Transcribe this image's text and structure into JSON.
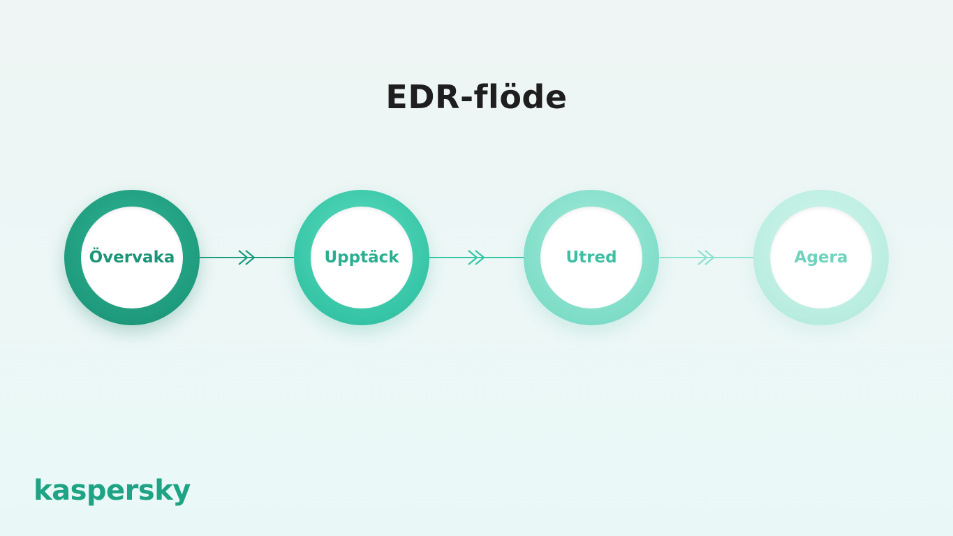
{
  "title": "EDR-flöde",
  "steps": [
    {
      "label": "Övervaka",
      "color": "#1f9b7d"
    },
    {
      "label": "Upptäck",
      "color": "#36c5a6"
    },
    {
      "label": "Utred",
      "color": "#7fddc8"
    },
    {
      "label": "Agera",
      "color": "#b9ede0"
    }
  ],
  "connectors": [
    {
      "icon": "double-chevron-right-icon",
      "color": "#1f9b7d"
    },
    {
      "icon": "double-chevron-right-icon",
      "color": "#36c5a6"
    },
    {
      "icon": "double-chevron-right-icon",
      "color": "#8ee1cf"
    }
  ],
  "brand": {
    "name": "kaspersky",
    "color": "#1ea384"
  }
}
